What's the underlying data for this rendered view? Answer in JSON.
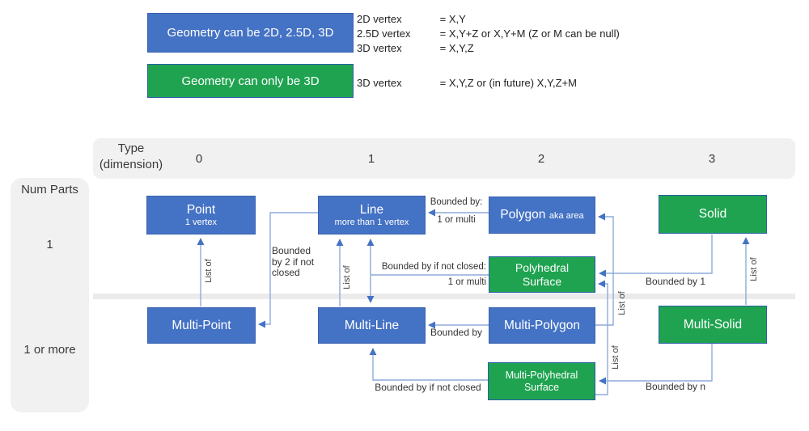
{
  "colors": {
    "node_blue": "#4472C4",
    "node_green": "#1FA350",
    "connector_line": "#8FAADC",
    "arrowhead": "#4472C4",
    "band_gray": "#F1F1F1",
    "node_text": "#ffffff"
  },
  "legend": {
    "blue_box_label": "Geometry can be 2D, 2.5D, 3D",
    "green_box_label": "Geometry can only be 3D",
    "blue_rows": [
      {
        "term": "2D vertex",
        "def": "= X,Y"
      },
      {
        "term": "2.5D vertex",
        "def": "= X,Y+Z  or X,Y+M (Z or M can be null)"
      },
      {
        "term": "3D vertex",
        "def": "= X,Y,Z"
      }
    ],
    "green_rows": [
      {
        "term": "3D vertex",
        "def": "= X,Y,Z or (in future) X,Y,Z+M"
      }
    ]
  },
  "header": {
    "type_line1": "Type",
    "type_line2": "(dimension)",
    "columns": [
      "0",
      "1",
      "2",
      "3"
    ]
  },
  "side": {
    "label": "Num Parts",
    "row1": "1",
    "row2": "1 or more"
  },
  "nodes": {
    "point": {
      "title": "Point",
      "subtitle": "1 vertex"
    },
    "line": {
      "title": "Line",
      "subtitle": "more than 1 vertex"
    },
    "polygon": {
      "title": "Polygon",
      "suffix": "aka area"
    },
    "solid": {
      "title": "Solid"
    },
    "polyhedral": {
      "line1": "Polyhedral",
      "line2": "Surface"
    },
    "multipoint": {
      "title": "Multi-Point"
    },
    "multiline": {
      "title": "Multi-Line"
    },
    "multipolygon": {
      "title": "Multi-Polygon"
    },
    "multisolid": {
      "title": "Multi-Solid"
    },
    "multipolyhedral": {
      "line1": "Multi-Polyhedral",
      "line2": "Surface"
    }
  },
  "edge_labels": {
    "polygon_to_line_top": "Bounded by:",
    "polygon_to_line_bottom": "1 or multi",
    "line_to_multipoint": "Bounded\nby 2 if not\nclosed",
    "polyhedral_to_line_top": "Bounded by if not closed:",
    "polyhedral_to_line_bottom": "1 or multi",
    "solid_to_polyhedral": "Bounded by 1",
    "multipolygon_to_multiline": "Bounded by",
    "multisolid_to_multipolyhedral": "Bounded by n",
    "multipolyhedral_to_multiline": "Bounded by if not closed",
    "list_of": "List of"
  }
}
